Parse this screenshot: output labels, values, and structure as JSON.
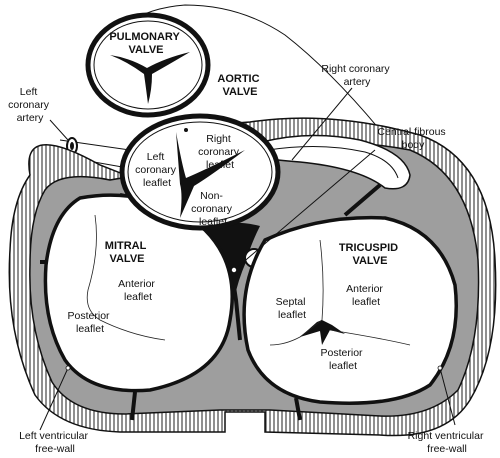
{
  "labels": {
    "pulmonary_valve": [
      "PULMONARY",
      "VALVE"
    ],
    "aortic_valve": [
      "AORTIC",
      "VALVE"
    ],
    "mitral_valve": [
      "MITRAL",
      "VALVE"
    ],
    "tricuspid_valve": [
      "TRICUSPID",
      "VALVE"
    ],
    "left_coronary_artery": [
      "Left",
      "coronary",
      "artery"
    ],
    "right_coronary_artery": [
      "Right coronary",
      "artery"
    ],
    "central_fibrous_body": [
      "Central fibrous",
      "body"
    ],
    "right_coronary_leaflet": [
      "Right",
      "coronary",
      "leaflet"
    ],
    "left_coronary_leaflet": [
      "Left",
      "coronary",
      "leaflet"
    ],
    "non_coronary_leaflet": [
      "Non-",
      "coronary",
      "leaflet"
    ],
    "anterior_leaflet_mitral": [
      "Anterior",
      "leaflet"
    ],
    "posterior_leaflet_mitral": [
      "Posterior",
      "leaflet"
    ],
    "anterior_leaflet_tricuspid": [
      "Anterior",
      "leaflet"
    ],
    "septal_leaflet": [
      "Septal",
      "leaflet"
    ],
    "posterior_leaflet_tricuspid": [
      "Posterior",
      "leaflet"
    ],
    "left_ventricular_free_wall": [
      "Left ventricular",
      "free-wall"
    ],
    "right_ventricular_free_wall": [
      "Right ventricular",
      "free-wall"
    ]
  },
  "colors": {
    "myocardium": "#9e9e9e",
    "outline": "#111111",
    "valve_fill": "#ffffff"
  }
}
